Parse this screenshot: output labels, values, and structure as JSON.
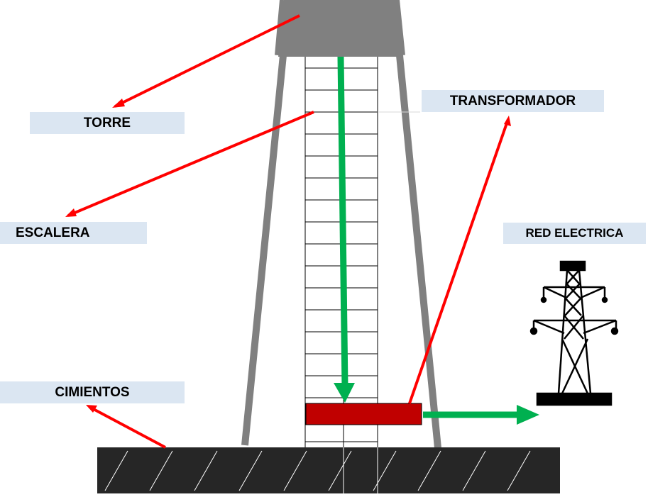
{
  "labels": {
    "torre": "TORRE",
    "escalera": "ESCALERA",
    "cimientos": "CIMIENTOS",
    "transformador": "TRANSFORMADOR",
    "red_electrica": "RED ELECTRICA"
  },
  "colors": {
    "tower_top": "#808080",
    "tower_legs": "#808080",
    "label_background": "#dbe6f2",
    "pointer_arrows": "#ff0000",
    "flow_arrows": "#00b050",
    "transformer": "#c00000",
    "foundation": "#262626",
    "pylon": "#000000"
  },
  "icons": {
    "pylon": "electric-pylon-icon"
  }
}
